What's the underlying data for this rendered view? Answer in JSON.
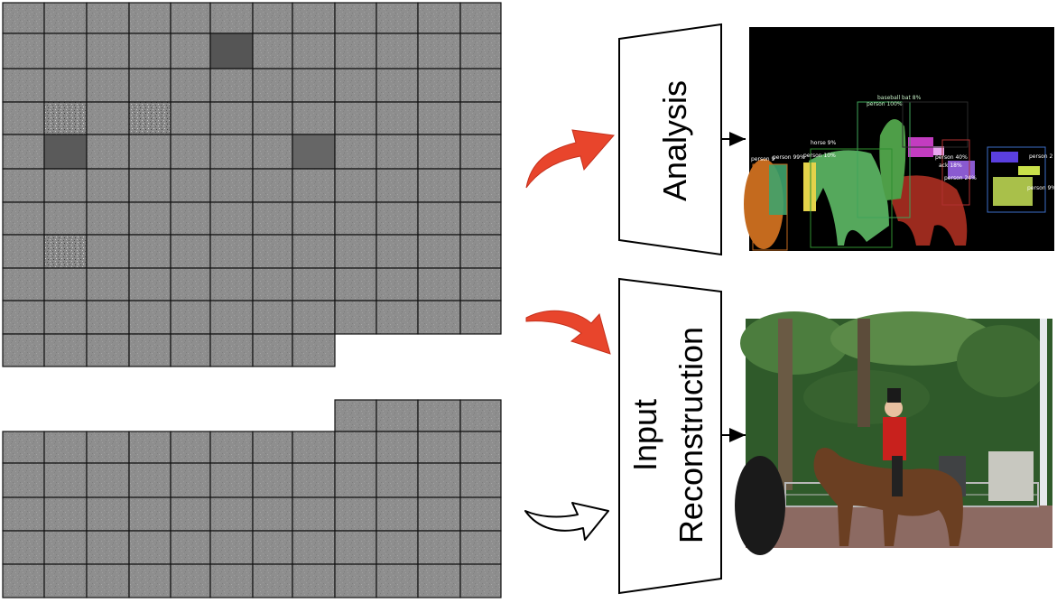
{
  "modules": {
    "analysis": {
      "label": "Analysis"
    },
    "reconstruction": {
      "line1": "Input",
      "line2": "Reconstruction"
    }
  },
  "detections": [
    "baseball bat 8%",
    "person 100%",
    "person 99%",
    "horse 9%",
    "person 10%",
    "ack 18%",
    "person 40%",
    "person 24%",
    "person 9%",
    "person 2",
    "person 9"
  ],
  "colors": {
    "arrow_red": "#e8452c",
    "feature_gray": "#8c8c8c",
    "dark_bg": "#000000"
  }
}
